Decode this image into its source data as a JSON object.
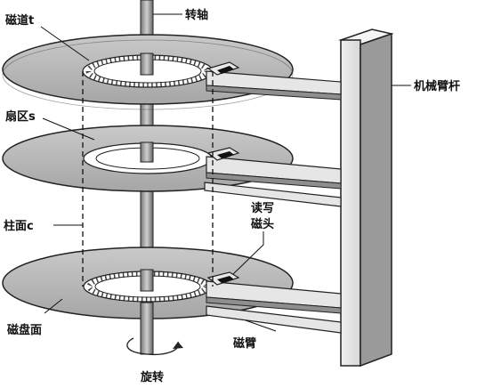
{
  "labels": {
    "spindle": "转轴",
    "track": "磁道t",
    "sector": "扇区s",
    "cylinder": "柱面c",
    "head_line1": "读写",
    "head_line2": "磁头",
    "arm_post": "机械臂杆",
    "platter_surface": "磁盘面",
    "arm": "磁臂",
    "rotation": "旋转"
  },
  "platters": [
    "top-platter",
    "middle-platter",
    "bottom-platter"
  ]
}
